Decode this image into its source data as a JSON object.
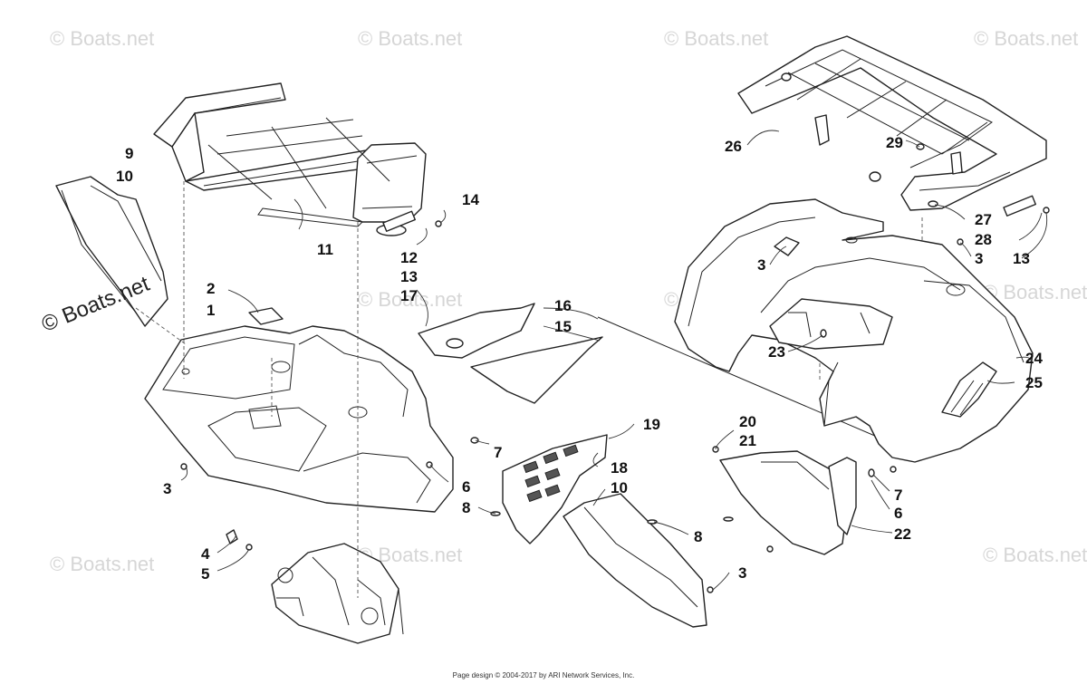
{
  "watermarks": [
    "© Boats.net",
    "© Boats.net",
    "© Boats.net",
    "© Boats.net",
    "© Boats.net",
    "© Boats.net",
    "© Boats.net",
    "© Boats.net",
    "© Boats.net",
    "© Boats.net"
  ],
  "feature_watermark": "© Boats.net",
  "footer": "Page design © 2004-2017 by ARI Network Services, Inc.",
  "callouts": [
    {
      "id": "c9",
      "text": "9"
    },
    {
      "id": "c10a",
      "text": "10"
    },
    {
      "id": "c14",
      "text": "14"
    },
    {
      "id": "c11",
      "text": "11"
    },
    {
      "id": "c12",
      "text": "12"
    },
    {
      "id": "c13a",
      "text": "13"
    },
    {
      "id": "c17",
      "text": "17"
    },
    {
      "id": "c2",
      "text": "2"
    },
    {
      "id": "c1",
      "text": "1"
    },
    {
      "id": "c16",
      "text": "16"
    },
    {
      "id": "c15",
      "text": "15"
    },
    {
      "id": "c3a",
      "text": "3"
    },
    {
      "id": "c7a",
      "text": "7"
    },
    {
      "id": "c6a",
      "text": "6"
    },
    {
      "id": "c8a",
      "text": "8"
    },
    {
      "id": "c4",
      "text": "4"
    },
    {
      "id": "c5",
      "text": "5"
    },
    {
      "id": "c19",
      "text": "19"
    },
    {
      "id": "c18",
      "text": "18"
    },
    {
      "id": "c10b",
      "text": "10"
    },
    {
      "id": "c26",
      "text": "26"
    },
    {
      "id": "c29",
      "text": "29"
    },
    {
      "id": "c27",
      "text": "27"
    },
    {
      "id": "c28",
      "text": "28"
    },
    {
      "id": "c13b",
      "text": "13"
    },
    {
      "id": "c3b",
      "text": "3"
    },
    {
      "id": "c3c",
      "text": "3"
    },
    {
      "id": "c23",
      "text": "23"
    },
    {
      "id": "c24",
      "text": "24"
    },
    {
      "id": "c25",
      "text": "25"
    },
    {
      "id": "c20",
      "text": "20"
    },
    {
      "id": "c21",
      "text": "21"
    },
    {
      "id": "c7b",
      "text": "7"
    },
    {
      "id": "c6b",
      "text": "6"
    },
    {
      "id": "c22",
      "text": "22"
    },
    {
      "id": "c8b",
      "text": "8"
    },
    {
      "id": "c3d",
      "text": "3"
    }
  ]
}
